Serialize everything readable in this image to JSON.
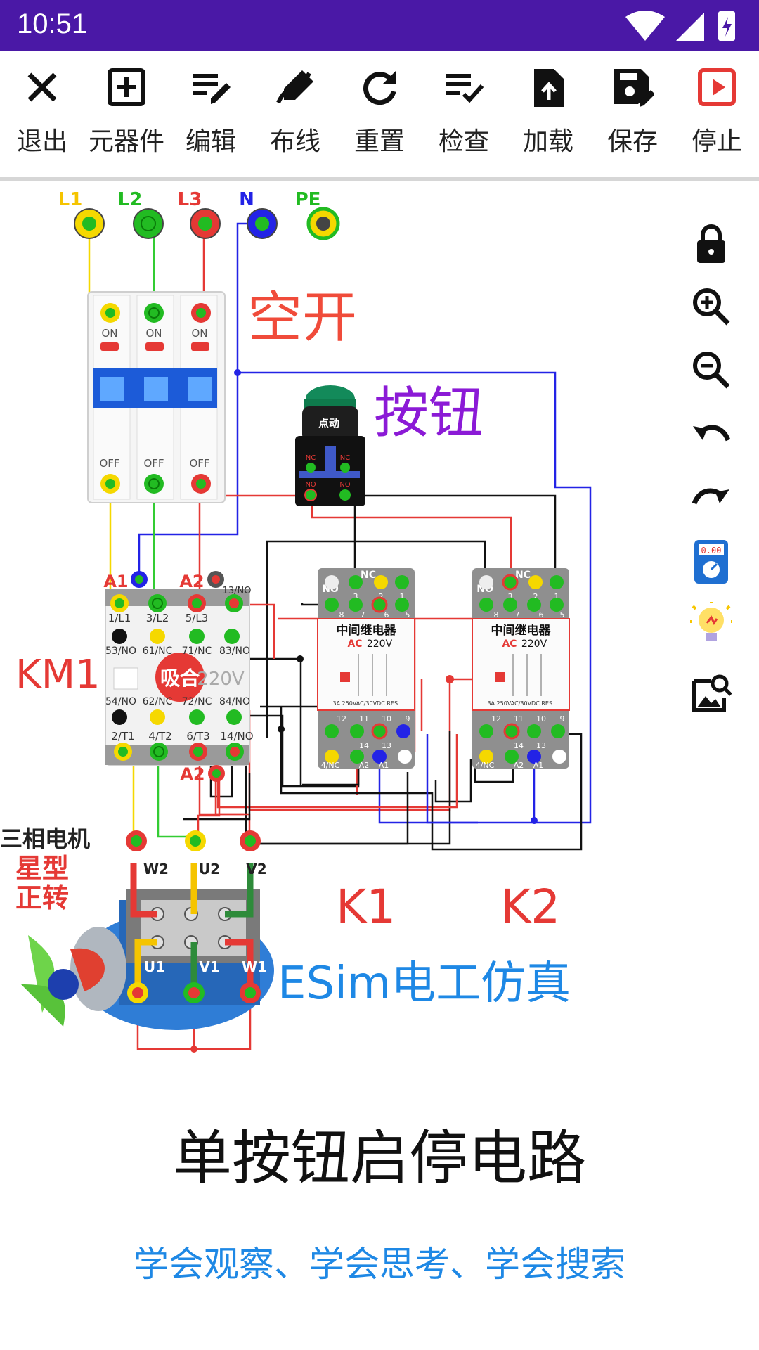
{
  "status": {
    "time": "10:51"
  },
  "toolbar": [
    {
      "label": "退出",
      "icon": "close-icon"
    },
    {
      "label": "元器件",
      "icon": "add-box-icon"
    },
    {
      "label": "编辑",
      "icon": "edit-list-icon"
    },
    {
      "label": "布线",
      "icon": "wiring-pen-icon"
    },
    {
      "label": "重置",
      "icon": "refresh-icon"
    },
    {
      "label": "检查",
      "icon": "checklist-icon"
    },
    {
      "label": "加载",
      "icon": "upload-file-icon"
    },
    {
      "label": "保存",
      "icon": "save-icon"
    },
    {
      "label": "停止",
      "icon": "stop-icon"
    }
  ],
  "side_tools": [
    "lock-icon",
    "zoom-in-icon",
    "zoom-out-icon",
    "undo-icon",
    "redo-icon",
    "multimeter-icon",
    "bulb-icon",
    "image-search-icon"
  ],
  "colors": {
    "status_bar": "#4a18a6",
    "stop_red": "#e53935",
    "caption_blue": "#1e88e5",
    "purple": "#8b1ad6",
    "label_red": "#e53935"
  },
  "circuit": {
    "terminals": [
      "L1",
      "L2",
      "L3",
      "N",
      "PE"
    ],
    "breaker_label": "空开",
    "breaker_on": "ON",
    "breaker_off": "OFF",
    "button_label": "按钮",
    "button_cap": "点动",
    "button_nc": "NC",
    "button_no": "NO",
    "contactor_label": "KM1",
    "contactor_state": "吸合",
    "contactor_voltage": "220V",
    "contactor_a1": "A1",
    "contactor_a2": "A2",
    "contactor_top_terms": [
      "1/L1",
      "3/L2",
      "5/L3",
      "13/NO"
    ],
    "contactor_mid_terms": [
      "53/NO",
      "61/NC",
      "71/NC",
      "83/NO"
    ],
    "contactor_low_terms": [
      "54/NO",
      "62/NC",
      "72/NC",
      "84/NO"
    ],
    "contactor_bot_terms": [
      "2/T1",
      "4/T2",
      "6/T3",
      "14/NO"
    ],
    "relay_title": "中间继电器",
    "relay_ac": "AC",
    "relay_voltage": "220V",
    "relay_spec": "3A 250VAC/30VDC RES.",
    "relay_k1": "K1",
    "relay_k2": "K2",
    "relay_nc": "NC",
    "relay_no": "NO",
    "relay_top_numbers": [
      "3",
      "2",
      "1"
    ],
    "relay_mid_numbers": [
      "8",
      "7",
      "6",
      "5"
    ],
    "relay_low_numbers": [
      "12",
      "11",
      "10",
      "9"
    ],
    "relay_bot_numbers": [
      "14",
      "13"
    ],
    "relay_bot_labels": [
      "4/NC",
      "A2",
      "A1"
    ],
    "motor_label": "三相电机",
    "motor_mode_1": "星型",
    "motor_mode_2": "正转",
    "motor_terms_top": [
      "W2",
      "U2",
      "V2"
    ],
    "motor_terms_bot": [
      "U1",
      "V1",
      "W1"
    ],
    "brand": "ESim电工仿真"
  },
  "captions": {
    "title": "单按钮启停电路",
    "subtitle": "学会观察、学会思考、学会搜索"
  }
}
